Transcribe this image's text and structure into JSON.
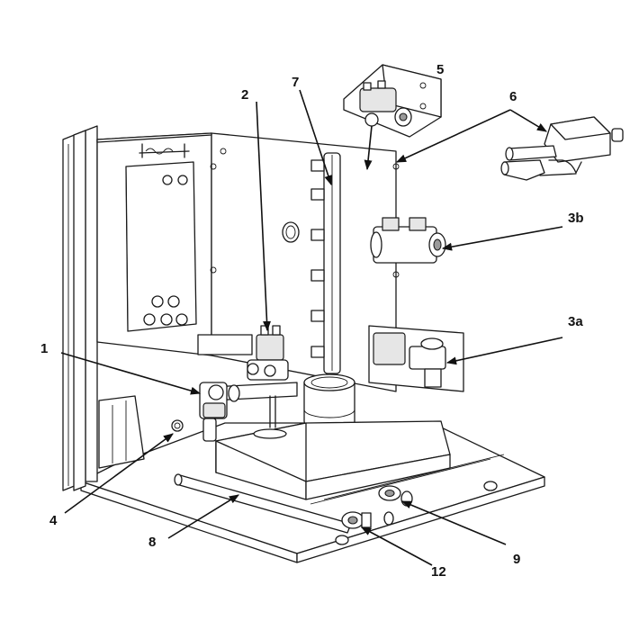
{
  "callouts": [
    {
      "id": "1",
      "label": "1"
    },
    {
      "id": "2",
      "label": "2"
    },
    {
      "id": "3a",
      "label": "3a"
    },
    {
      "id": "3b",
      "label": "3b"
    },
    {
      "id": "4",
      "label": "4"
    },
    {
      "id": "5",
      "label": "5"
    },
    {
      "id": "6",
      "label": "6"
    },
    {
      "id": "7",
      "label": "7"
    },
    {
      "id": "8",
      "label": "8"
    },
    {
      "id": "9",
      "label": "9"
    },
    {
      "id": "12",
      "label": "12"
    }
  ]
}
